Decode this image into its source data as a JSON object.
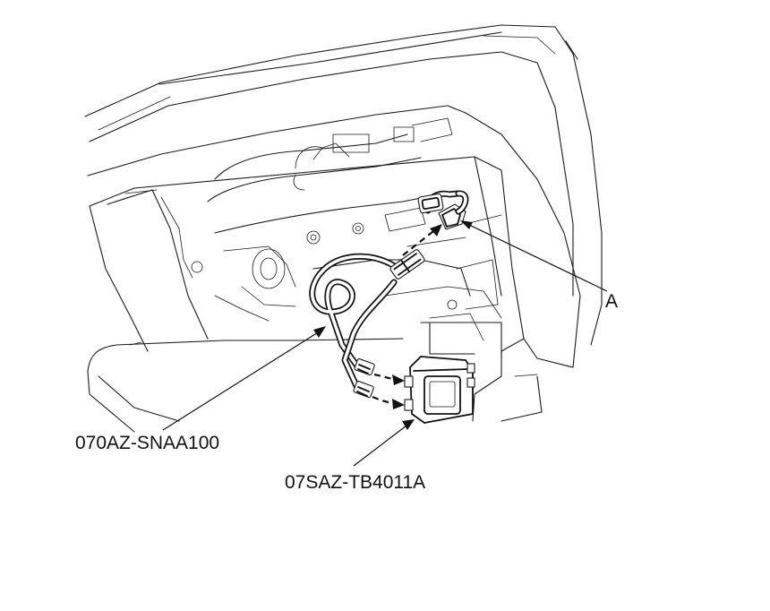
{
  "diagram": {
    "labels": {
      "connector": "A",
      "harness_part_number": "070AZ-SNAA100",
      "unit_part_number": "07SAZ-TB4011A"
    },
    "colors": {
      "line": "#1a1a1a",
      "background": "#ffffff"
    }
  }
}
